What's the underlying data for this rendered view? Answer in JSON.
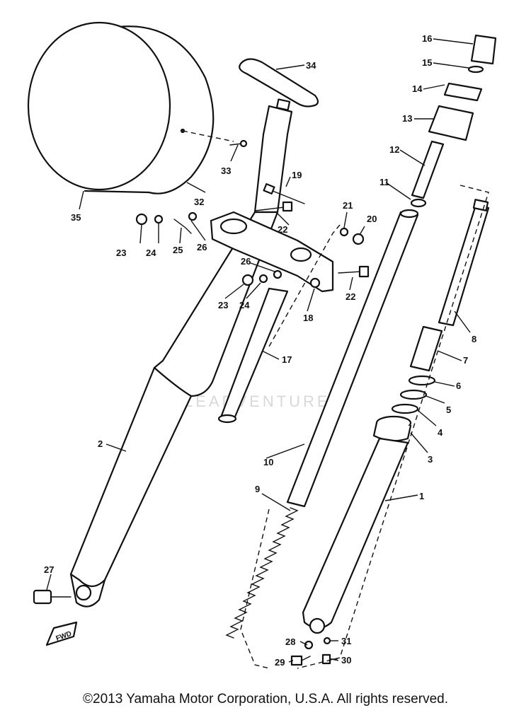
{
  "callouts": {
    "c1": "1",
    "c2": "2",
    "c3": "3",
    "c4": "4",
    "c5": "5",
    "c6": "6",
    "c7": "7",
    "c8": "8",
    "c9": "9",
    "c10": "10",
    "c11": "11",
    "c12": "12",
    "c13": "13",
    "c14": "14",
    "c15": "15",
    "c16": "16",
    "c17": "17",
    "c18": "18",
    "c19": "19",
    "c20": "20",
    "c21": "21",
    "c22a": "22",
    "c22b": "22",
    "c23a": "23",
    "c23b": "23",
    "c24a": "24",
    "c24b": "24",
    "c25": "25",
    "c26a": "26",
    "c26b": "26",
    "c27": "27",
    "c28": "28",
    "c29": "29",
    "c30": "30",
    "c31": "31",
    "c32": "32",
    "c33": "33",
    "c34": "34",
    "c35": "35"
  },
  "direction_marker": "FWD",
  "watermark": "LEADVENTURE",
  "copyright": "©2013 Yamaha Motor Corporation, U.S.A. All rights reserved.",
  "colors": {
    "line": "#111111",
    "background": "#ffffff",
    "watermark": "#d8d8d8"
  }
}
